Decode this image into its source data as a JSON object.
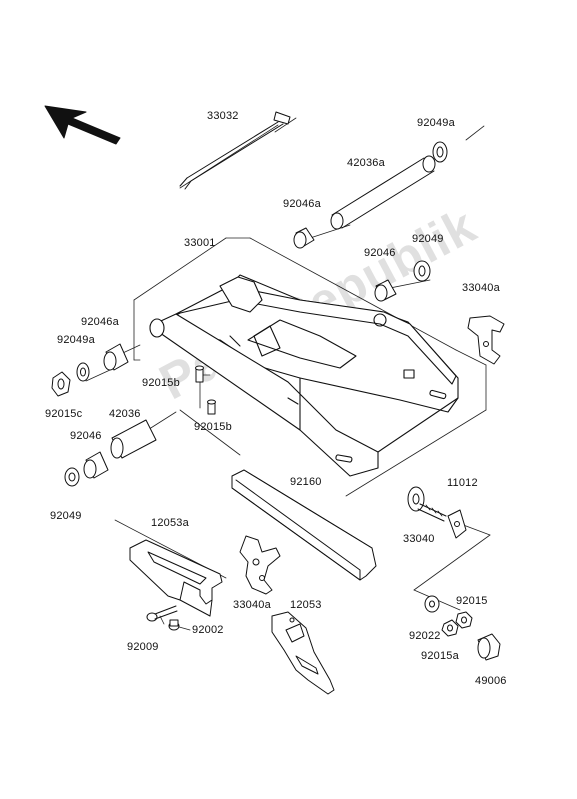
{
  "diagram": {
    "watermark": "PartsRepublik",
    "parts": [
      {
        "id": "p33032",
        "code": "33032"
      },
      {
        "id": "p92049a_top",
        "code": "92049a"
      },
      {
        "id": "p42036a",
        "code": "42036a"
      },
      {
        "id": "p92046a_top",
        "code": "92046a"
      },
      {
        "id": "p33001",
        "code": "33001"
      },
      {
        "id": "p92046_top",
        "code": "92046"
      },
      {
        "id": "p92049_top",
        "code": "92049"
      },
      {
        "id": "p33040a_top",
        "code": "33040a"
      },
      {
        "id": "p92046a_left",
        "code": "92046a"
      },
      {
        "id": "p92049a_left",
        "code": "92049a"
      },
      {
        "id": "p92015c",
        "code": "92015c"
      },
      {
        "id": "p92015b_a",
        "code": "92015b"
      },
      {
        "id": "p42036",
        "code": "42036"
      },
      {
        "id": "p92046_left",
        "code": "92046"
      },
      {
        "id": "p92015b_b",
        "code": "92015b"
      },
      {
        "id": "p92049_left",
        "code": "92049"
      },
      {
        "id": "p92160",
        "code": "92160"
      },
      {
        "id": "p11012",
        "code": "11012"
      },
      {
        "id": "p33040",
        "code": "33040"
      },
      {
        "id": "p12053a",
        "code": "12053a"
      },
      {
        "id": "p33040a_mid",
        "code": "33040a"
      },
      {
        "id": "p12053",
        "code": "12053"
      },
      {
        "id": "p92009",
        "code": "92009"
      },
      {
        "id": "p92002",
        "code": "92002"
      },
      {
        "id": "p92022",
        "code": "92022"
      },
      {
        "id": "p92015",
        "code": "92015"
      },
      {
        "id": "p92015a",
        "code": "92015a"
      },
      {
        "id": "p49006",
        "code": "49006"
      }
    ]
  }
}
